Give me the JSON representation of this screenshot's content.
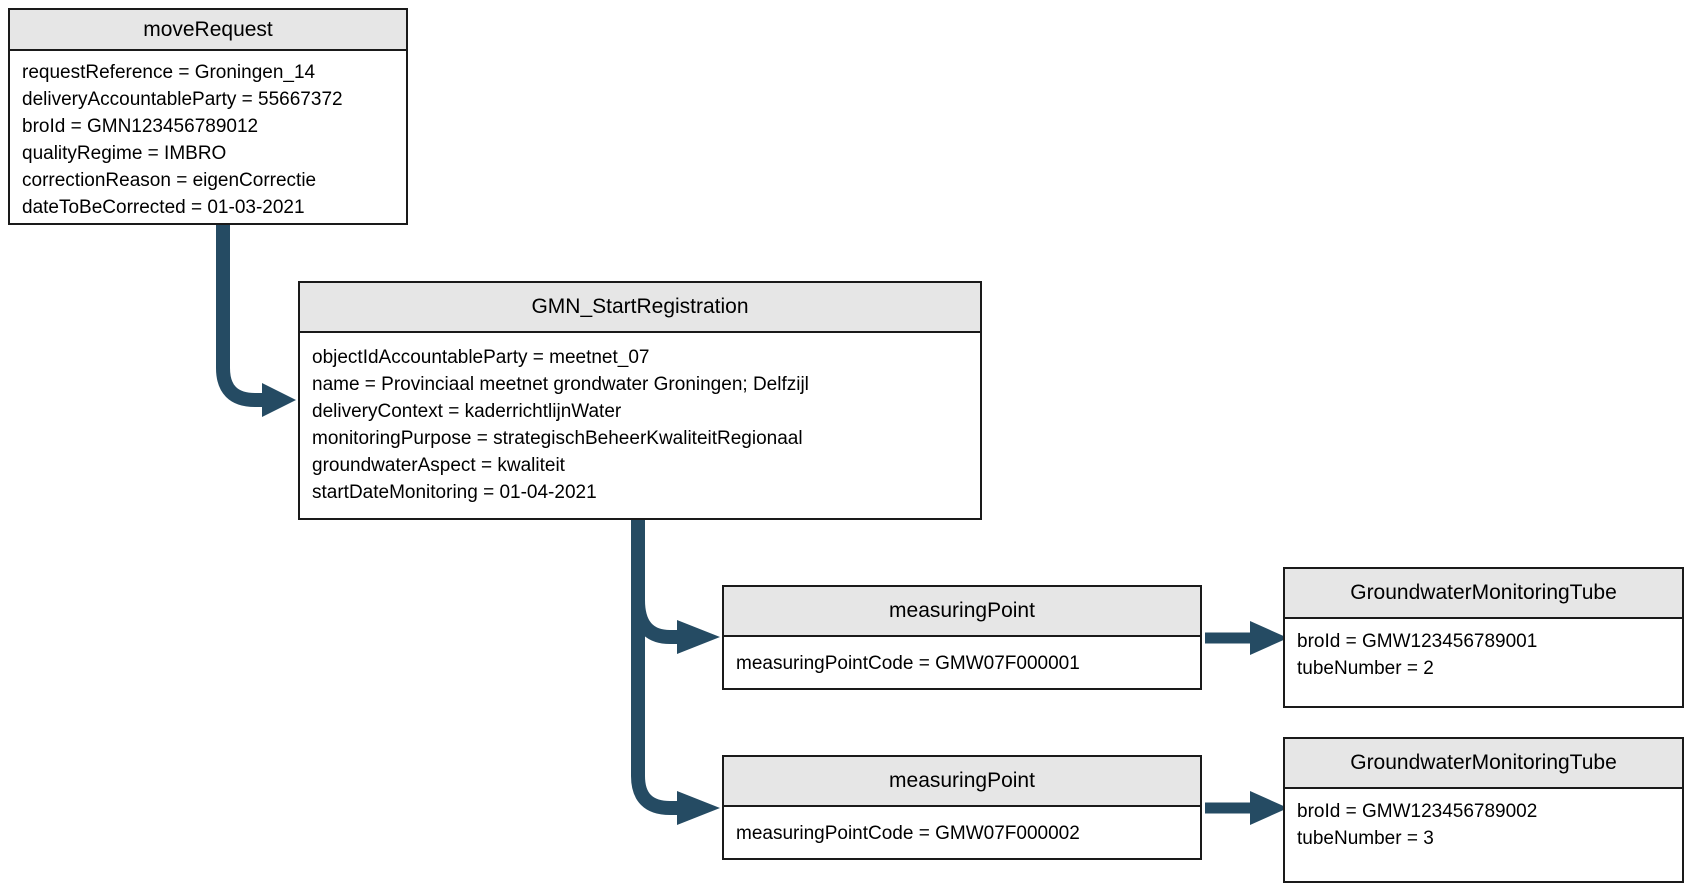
{
  "diagram": {
    "type": "uml-object-diagram",
    "description": "BRO GMN startregistration correction (moveRequest) object tree"
  },
  "boxes": {
    "move_request": {
      "title": "moveRequest",
      "lines": [
        "requestReference = Groningen_14",
        "deliveryAccountableParty = 55667372",
        "broId = GMN123456789012",
        "qualityRegime = IMBRO",
        "correctionReason = eigenCorrectie",
        "dateToBeCorrected = 01-03-2021"
      ]
    },
    "gmn_start_registration": {
      "title": "GMN_StartRegistration",
      "lines": [
        "objectIdAccountableParty = meetnet_07",
        "name = Provinciaal meetnet grondwater Groningen; Delfzijl",
        "deliveryContext = kaderrichtlijnWater",
        "monitoringPurpose = strategischBeheerKwaliteitRegionaal",
        "groundwaterAspect = kwaliteit",
        "startDateMonitoring = 01-04-2021"
      ]
    },
    "measuring_point_1": {
      "title": "measuringPoint",
      "lines": [
        "measuringPointCode = GMW07F000001"
      ]
    },
    "measuring_point_2": {
      "title": "measuringPoint",
      "lines": [
        "measuringPointCode = GMW07F000002"
      ]
    },
    "tube_1": {
      "title": "GroundwaterMonitoringTube",
      "lines": [
        "broId = GMW123456789001",
        "tubeNumber = 2"
      ]
    },
    "tube_2": {
      "title": "GroundwaterMonitoringTube",
      "lines": [
        "broId = GMW123456789002",
        "tubeNumber = 3"
      ]
    }
  },
  "connectors": [
    {
      "from": "move_request",
      "to": "gmn_start_registration"
    },
    {
      "from": "gmn_start_registration",
      "to": "measuring_point_1"
    },
    {
      "from": "gmn_start_registration",
      "to": "measuring_point_2"
    },
    {
      "from": "measuring_point_1",
      "to": "tube_1"
    },
    {
      "from": "measuring_point_2",
      "to": "tube_2"
    }
  ],
  "colors": {
    "arrow": "#254b63",
    "header_fill": "#e6e6e6",
    "border": "#1a1a1a",
    "background": "#ffffff",
    "text": "#000000"
  }
}
